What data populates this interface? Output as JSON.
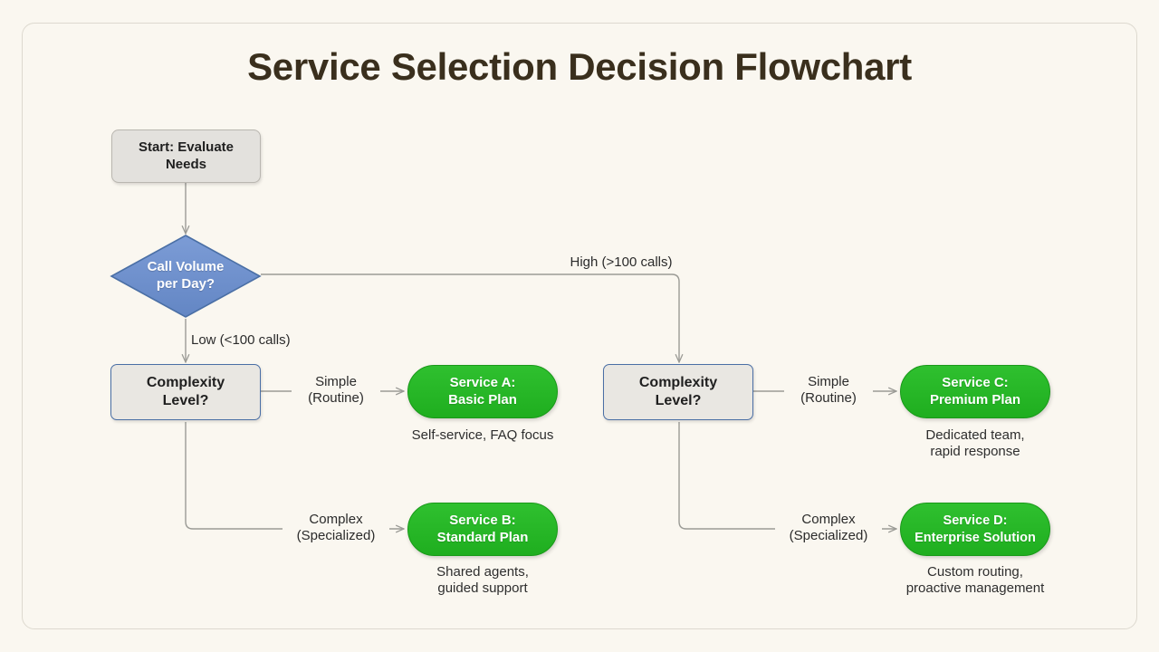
{
  "page": {
    "title": "Service Selection Decision Flowchart",
    "background_color": "#faf7f0",
    "frame_border_color": "#ddd9cf",
    "title_color": "#3a2f1d"
  },
  "colors": {
    "start_fill": "#e3e1dd",
    "start_border": "#b9b6b0",
    "diamond_fill": "#6f92cf",
    "diamond_border": "#4a6fa5",
    "decision_box_fill": "#e9e7e2",
    "decision_box_border": "#4a6fa5",
    "service_fill": "#2ab52a",
    "service_border": "#199919",
    "connector": "#9b9b96",
    "text_dark": "#1f1f1f",
    "text_caption": "#2e2e2e"
  },
  "nodes": {
    "start": {
      "label": "Start: Evaluate\nNeeds",
      "line1": "Start: Evaluate",
      "line2": "Needs",
      "shape": "rounded-rect"
    },
    "volume_decision": {
      "line1": "Call Volume",
      "line2": "per Day?",
      "shape": "diamond"
    },
    "complexity_left": {
      "line1": "Complexity",
      "line2": "Level?",
      "shape": "rounded-rect"
    },
    "complexity_right": {
      "line1": "Complexity",
      "line2": "Level?",
      "shape": "rounded-rect"
    },
    "service_a": {
      "line1": "Service A:",
      "line2": "Basic Plan",
      "shape": "pill",
      "caption": "Self-service, FAQ focus"
    },
    "service_b": {
      "line1": "Service B:",
      "line2": "Standard Plan",
      "shape": "pill",
      "caption_line1": "Shared agents,",
      "caption_line2": "guided support"
    },
    "service_c": {
      "line1": "Service C:",
      "line2": "Premium Plan",
      "shape": "pill",
      "caption_line1": "Dedicated team,",
      "caption_line2": "rapid response"
    },
    "service_d": {
      "line1": "Service D:",
      "line2": "Enterprise Solution",
      "shape": "pill",
      "caption_line1": "Custom routing,",
      "caption_line2": "proactive management"
    }
  },
  "edges": {
    "high_volume": {
      "label": "High (>100 calls)"
    },
    "low_volume": {
      "label": "Low (<100 calls)"
    },
    "left_simple": {
      "line1": "Simple",
      "line2": "(Routine)"
    },
    "left_complex": {
      "line1": "Complex",
      "line2": "(Specialized)"
    },
    "right_simple": {
      "line1": "Simple",
      "line2": "(Routine)"
    },
    "right_complex": {
      "line1": "Complex",
      "line2": "(Specialized)"
    }
  },
  "chart_data": {
    "type": "diagram",
    "diagram_type": "flowchart",
    "title": "Service Selection Decision Flowchart",
    "orientation": "top-down with left/right branching",
    "nodes": [
      {
        "id": "start",
        "text": "Start: Evaluate Needs",
        "shape": "rounded-rect",
        "fill": "#e3e1dd"
      },
      {
        "id": "volume",
        "text": "Call Volume per Day?",
        "shape": "diamond",
        "fill": "#6f92cf"
      },
      {
        "id": "complexity_left",
        "text": "Complexity Level?",
        "shape": "rounded-rect",
        "fill": "#e9e7e2"
      },
      {
        "id": "complexity_right",
        "text": "Complexity Level?",
        "shape": "rounded-rect",
        "fill": "#e9e7e2"
      },
      {
        "id": "service_a",
        "text": "Service A: Basic Plan",
        "shape": "pill",
        "fill": "#2ab52a",
        "caption": "Self-service, FAQ focus"
      },
      {
        "id": "service_b",
        "text": "Service B: Standard Plan",
        "shape": "pill",
        "fill": "#2ab52a",
        "caption": "Shared agents, guided support"
      },
      {
        "id": "service_c",
        "text": "Service C: Premium Plan",
        "shape": "pill",
        "fill": "#2ab52a",
        "caption": "Dedicated team, rapid response"
      },
      {
        "id": "service_d",
        "text": "Service D: Enterprise Solution",
        "shape": "pill",
        "fill": "#2ab52a",
        "caption": "Custom routing, proactive management"
      }
    ],
    "edges": [
      {
        "from": "start",
        "to": "volume",
        "label": ""
      },
      {
        "from": "volume",
        "to": "complexity_left",
        "label": "Low (<100 calls)"
      },
      {
        "from": "volume",
        "to": "complexity_right",
        "label": "High (>100 calls)"
      },
      {
        "from": "complexity_left",
        "to": "service_a",
        "label": "Simple (Routine)"
      },
      {
        "from": "complexity_left",
        "to": "service_b",
        "label": "Complex (Specialized)"
      },
      {
        "from": "complexity_right",
        "to": "service_c",
        "label": "Simple (Routine)"
      },
      {
        "from": "complexity_right",
        "to": "service_d",
        "label": "Complex (Specialized)"
      }
    ]
  }
}
